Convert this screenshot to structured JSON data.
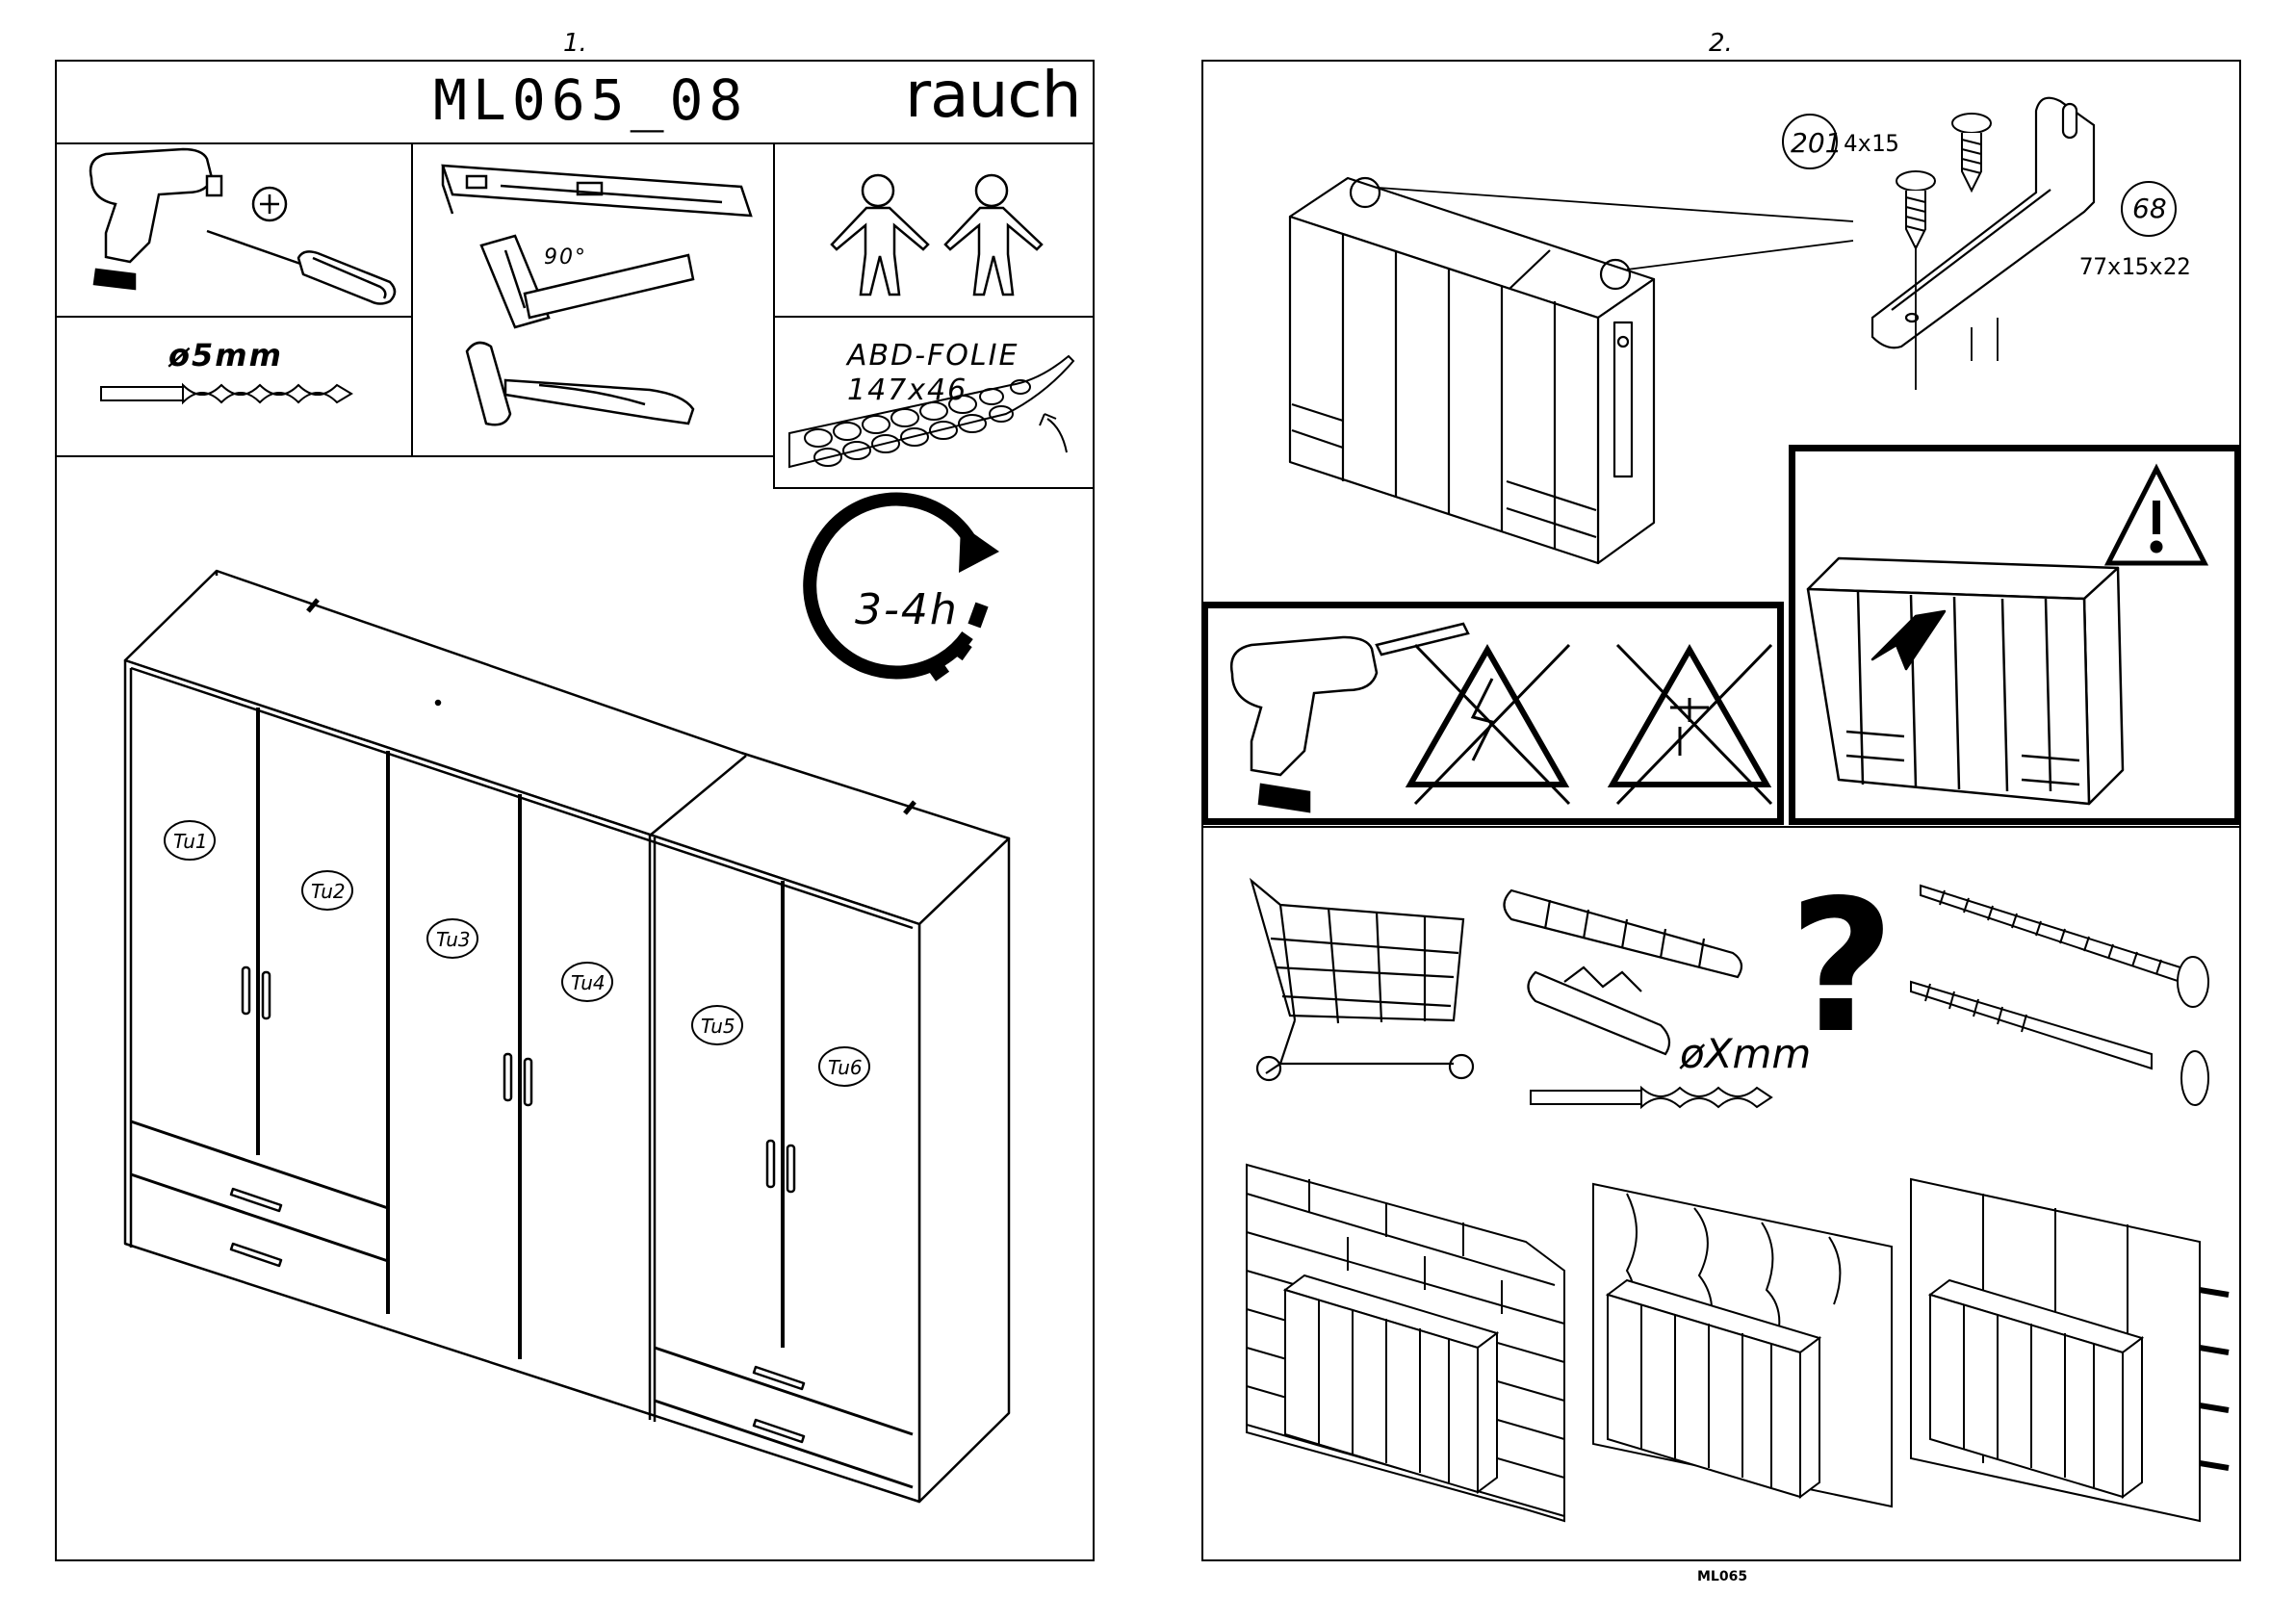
{
  "page1": {
    "page_number": "1.",
    "model_code": "ML065_08",
    "brand": "rauch",
    "drill_bit_label": "ø5mm",
    "square_angle_label": "90°",
    "abd_label_line1": "ABD-FOLIE",
    "abd_label_line2": "147x46",
    "time_label": "3-4h",
    "door_labels": [
      "Tu1",
      "Tu2",
      "Tu3",
      "Tu4",
      "Tu5",
      "Tu6"
    ]
  },
  "page2": {
    "page_number": "2.",
    "part_201_number": "201",
    "part_201_size": "4x15",
    "part_68_number": "68",
    "part_68_size": "77x15x22",
    "drill_diameter_label": "øXmm",
    "question_mark": "?",
    "footer_code": "ML065"
  },
  "icons": [
    "drill-icon",
    "screwdriver-icon",
    "spirit-level-icon",
    "square-icon",
    "hammer-icon",
    "two-persons-icon",
    "rotate-clock-icon",
    "warning-icon",
    "electric-hazard-icon",
    "water-pipe-hazard-icon",
    "shopping-cart-icon",
    "wall-plug-icon",
    "screw-icon",
    "brick-wall-icon",
    "wood-wall-icon",
    "panel-wall-icon"
  ]
}
